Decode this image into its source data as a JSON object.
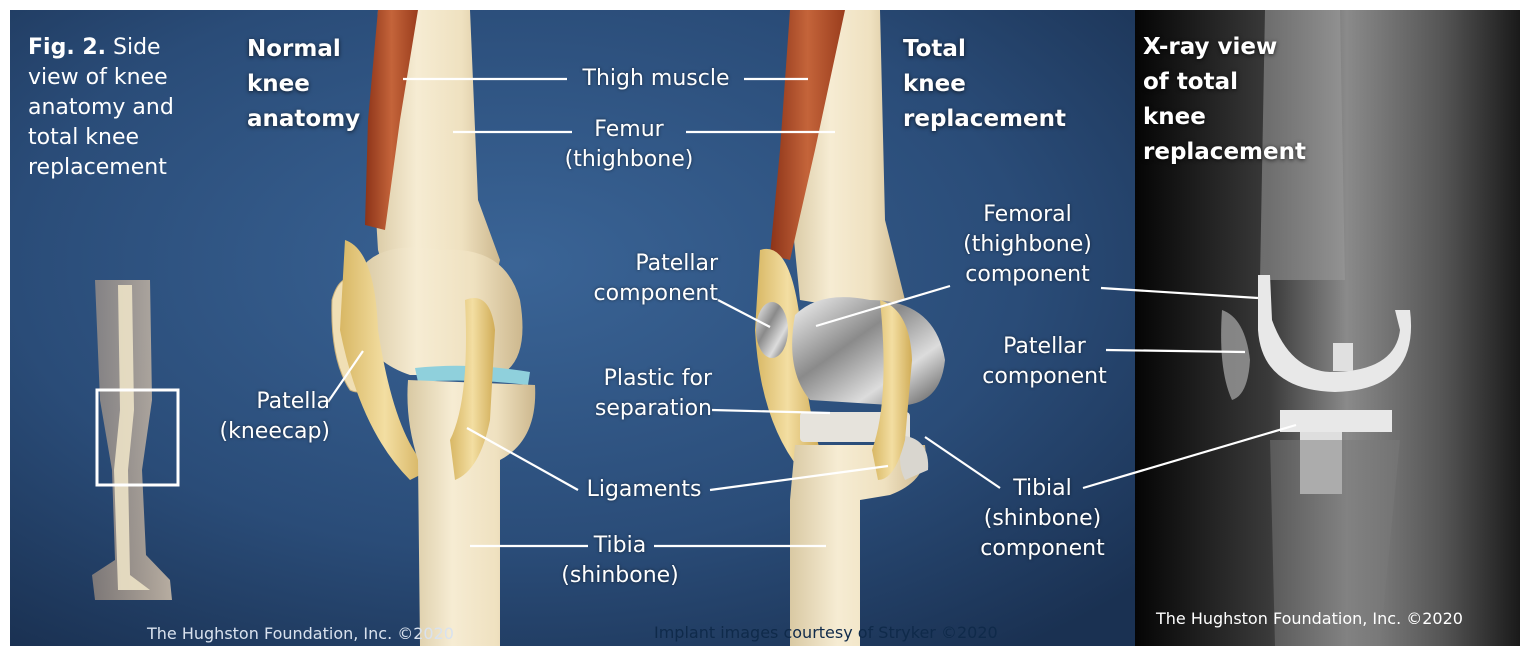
{
  "figure": {
    "caption_prefix": "Fig. 2.",
    "caption_text": "Side\nview of knee\nanatomy and\ntotal knee\nreplacement"
  },
  "panels": {
    "normal_title": "Normal\nknee\nanatomy",
    "replacement_title": "Total\nknee\nreplacement",
    "xray_title": "X-ray view\nof total\nknee\nreplacement"
  },
  "labels": {
    "thigh_muscle": "Thigh muscle",
    "femur": "Femur\n(thighbone)",
    "patella": "Patella\n(kneecap)",
    "patellar_component_center": "Patellar\ncomponent",
    "plastic_separation": "Plastic for\nseparation",
    "ligaments": "Ligaments",
    "tibia": "Tibia\n(shinbone)",
    "femoral_component": "Femoral\n(thighbone)\ncomponent",
    "patellar_component_xray": "Patellar\ncomponent",
    "tibial_component": "Tibial\n(shinbone)\ncomponent"
  },
  "credits": {
    "left": "The Hughston Foundation, Inc. ©2020",
    "center": "Implant images courtesy of Stryker ©2020",
    "right": "The Hughston Foundation, Inc. ©2020"
  },
  "colors": {
    "background_blue": "#2f5482",
    "background_blue_dark": "#1c3556",
    "bone": "#efe3c6",
    "muscle": "#b5512b",
    "ligament": "#e9cf86",
    "cartilage": "#8fd0dc",
    "implant_metal": "#cfcfcf",
    "xray_black": "#0a0a0a",
    "leader_line": "#ffffff"
  }
}
